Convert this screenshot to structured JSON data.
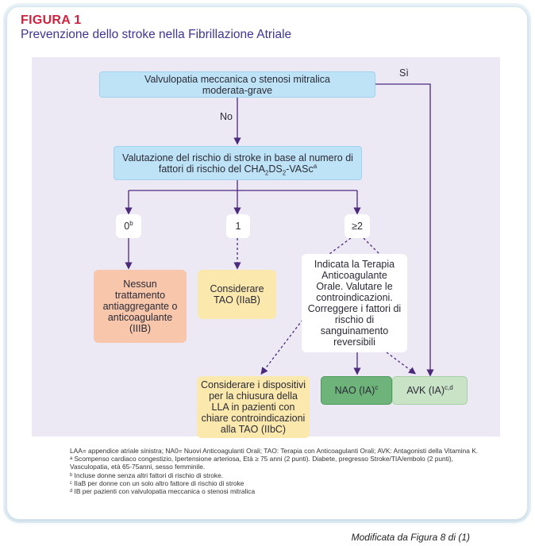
{
  "figure": {
    "label": "FIGURA 1",
    "title": "Prevenzione dello stroke nella Fibrillazione Atriale"
  },
  "flow": {
    "start": "Valvulopatia meccanica o stenosi mitralica moderata-grave",
    "edge_yes": "Sì",
    "edge_no": "No",
    "assessment": {
      "line1": "Valutazione del rischio di stroke in base al numero di",
      "line2_prefix": "fattori di rischio del CHA",
      "sub1": "2",
      "mid": "DS",
      "sub2": "2",
      "suffix": "-VASc",
      "sup": "a"
    },
    "branch_0": {
      "value": "0",
      "sup": "b"
    },
    "branch_1": {
      "value": "1"
    },
    "branch_2": {
      "value": "≥2"
    },
    "no_treatment": "Nessun trattamento antiaggregante o anticoagulante (IIIB)",
    "consider_tao": "Considerare TAO (IIaB)",
    "indicated_tao": "Indicata la Terapia Anticoagulante Orale. Valutare le controindicazioni. Correggere i fattori di rischio di sanguinamento reversibili",
    "laa_devices": "Considerare i dispositivi per la chiusura della LLA in pazienti con chiare controindicazioni alla TAO (IIbC)",
    "nao": {
      "text": "NAO (IA)",
      "sup": "c"
    },
    "avk": {
      "text": "AVK (IA)",
      "sup": "c,d"
    }
  },
  "footnotes": {
    "abbrev": "LAA= appendice atriale sinistra; NA0= Nuovi Anticoagulanti Orali; TAO: Terapia con Anticoagulanti Orali; AVK: Antagonisti della Vitamina K.",
    "a": "ᵃ Scompenso cardiaco congestizio, Ipertensione arteriosa, Età ≥ 75 anni (2 punti). Diabete, pregresso Stroke/TIA/embolo (2 punti), Vasculopatia, età 65-75anni, sesso femminile.",
    "b": "ᵇ Incluse donne senza altri fattori di rischio di stroke.",
    "c": "ᶜ IIaB per donne con un solo altro fattore di rischio di stroke",
    "d": "ᵈ IB per pazienti con valvulopatia meccanica o stenosi mitralica"
  },
  "credit": "Modificata da Figura 8 di (1)"
}
